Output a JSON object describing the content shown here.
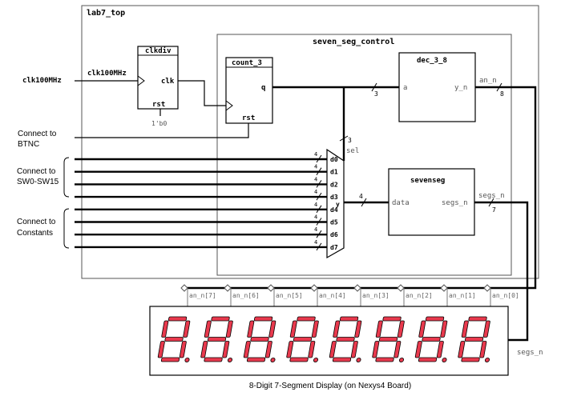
{
  "top_module": {
    "name": "lab7_top"
  },
  "seven_seg_control": {
    "name": "seven_seg_control"
  },
  "clkdiv": {
    "name": "clkdiv",
    "in_port": "clk100MHz",
    "out_port": "clk",
    "rst_port": "rst",
    "rst_tie": "1'b0"
  },
  "count_3": {
    "name": "count_3",
    "q_port": "q",
    "rst_port": "rst"
  },
  "dec_3_8": {
    "name": "dec_3_8",
    "in_port": "a",
    "out_port": "y_n"
  },
  "sevenseg": {
    "name": "sevenseg",
    "in_port": "data",
    "out_port": "segs_n"
  },
  "mux": {
    "sel_label": "sel",
    "inputs": [
      "d0",
      "d1",
      "d2",
      "d3",
      "d4",
      "d5",
      "d6",
      "d7"
    ],
    "input_width": "4",
    "output": "y",
    "output_width": "4"
  },
  "external_inputs": {
    "clk": "clk100MHz",
    "btn_l1": "Connect to",
    "btn_l2": "BTNC",
    "sw_l1": "Connect to",
    "sw_l2": "SW0-SW15",
    "const_l1": "Connect to",
    "const_l2": "Constants"
  },
  "bus_widths": {
    "count_to_dec": "3",
    "sel": "3",
    "an_n": "8",
    "segs_n": "7"
  },
  "net_labels": {
    "an_n": "an_n",
    "segs_n": "segs_n",
    "segs_n_ext": "segs_n"
  },
  "anode_labels": [
    "an_n[7]",
    "an_n[6]",
    "an_n[5]",
    "an_n[4]",
    "an_n[3]",
    "an_n[2]",
    "an_n[1]",
    "an_n[0]"
  ],
  "display": {
    "digit_count": 8,
    "caption": "8-Digit 7-Segment Display (on Nexys4 Board)",
    "segment_color": "#e8394d"
  }
}
